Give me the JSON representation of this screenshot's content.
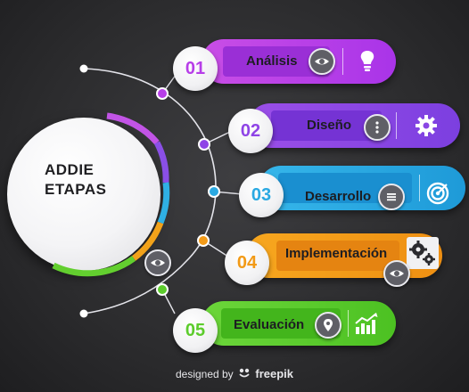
{
  "diagram": {
    "title_line1": "ADDIE",
    "title_line2": "ETAPAS",
    "steps": [
      {
        "number": "01",
        "label": "Análisis",
        "badge_icon": "eye-icon",
        "right_icon": "lightbulb-icon",
        "color": "#b73ee8"
      },
      {
        "number": "02",
        "label": "Diseño",
        "badge_icon": "dots-icon",
        "right_icon": "gear-icon",
        "color": "#8f44e6"
      },
      {
        "number": "03",
        "label": "Desarrollo",
        "badge_icon": "menu-icon",
        "right_icon": "target-icon",
        "color": "#2aa9e2"
      },
      {
        "number": "04",
        "label": "Implementación",
        "badge_icon": "eye-icon",
        "right_icon": "gears-icon",
        "color": "#f29a17"
      },
      {
        "number": "05",
        "label": "Evaluación",
        "badge_icon": "location-icon",
        "right_icon": "chart-up-icon",
        "color": "#5ccc2c"
      }
    ],
    "hub_badge_icon": "eye-icon"
  },
  "footer": {
    "prefix": "designed by",
    "brand": "freepik",
    "brand_icon": "freepik-logo-icon"
  }
}
